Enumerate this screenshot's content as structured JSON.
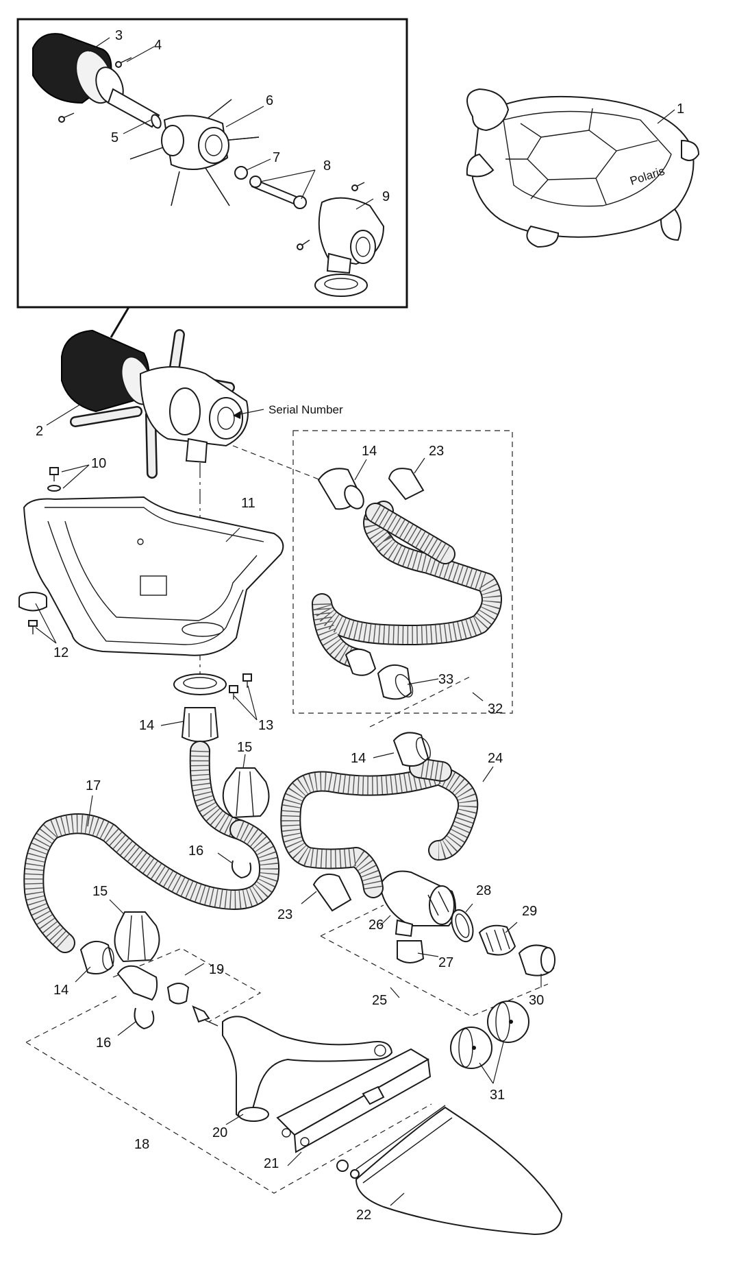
{
  "labels": {
    "p1": "1",
    "p2": "2",
    "p3": "3",
    "p4": "4",
    "p5": "5",
    "p6": "6",
    "p7": "7",
    "p8": "8",
    "p9": "9",
    "p10": "10",
    "p11": "11",
    "p12": "12",
    "p13": "13",
    "p14a": "14",
    "p14b": "14",
    "p14c": "14",
    "p14d": "14",
    "p15a": "15",
    "p15b": "15",
    "p16a": "16",
    "p16b": "16",
    "p17": "17",
    "p18": "18",
    "p19": "19",
    "p20": "20",
    "p21": "21",
    "p22": "22",
    "p23a": "23",
    "p23b": "23",
    "p24": "24",
    "p25": "25",
    "p26": "26",
    "p27": "27",
    "p28": "28",
    "p29": "29",
    "p30": "30",
    "p31": "31",
    "p32": "32",
    "p33": "33"
  },
  "serial_number_label": "Serial Number",
  "logo_text": "Polaris",
  "colors": {
    "line": "#1a1a1a",
    "rubber": "#1e1e1e",
    "paper": "#ffffff"
  }
}
